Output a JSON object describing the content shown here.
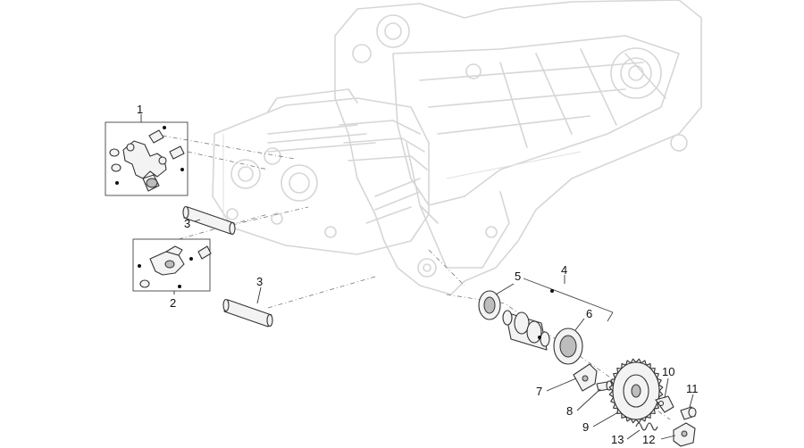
{
  "callouts": {
    "c1": "1",
    "c2": "2",
    "c3a": "3",
    "c3b": "3",
    "c4": "4",
    "c5": "5",
    "c6": "6",
    "c7": "7",
    "c8": "8",
    "c9": "9",
    "c10": "10",
    "c11": "11",
    "c12": "12",
    "c13": "13"
  },
  "colors": {
    "line": "#333333",
    "ghost": "#d6d6d6",
    "background": "#ffffff"
  }
}
